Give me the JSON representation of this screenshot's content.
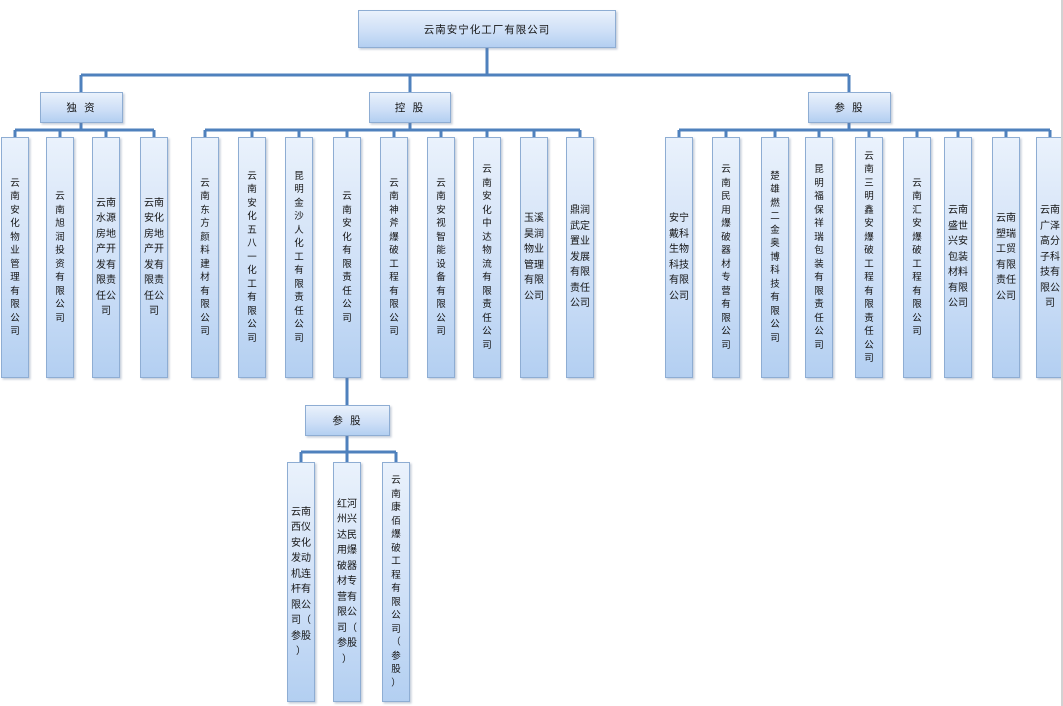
{
  "root": {
    "title": "云南安宁化工厂有限公司"
  },
  "branches": [
    {
      "label": "独 资",
      "companies": [
        {
          "name": "云南安化物业管理有限公司"
        },
        {
          "name": "云南旭润投资有限公司"
        },
        {
          "name": "云南水源房地产开发有限责任公司"
        },
        {
          "name": "云南安化房地产开发有限责任公司"
        }
      ]
    },
    {
      "label": "控 股",
      "companies": [
        {
          "name": "云南东方颜料建材有限公司"
        },
        {
          "name": "云南安化五八一化工有限公司"
        },
        {
          "name": "昆明金沙人化工有限责任公司"
        },
        {
          "name": "云南安化有限责任公司",
          "children": {
            "label": "参 股",
            "companies": [
              {
                "name": "云南西仪安化发动机连杆有限公司（参股）"
              },
              {
                "name": "红河州兴达民用爆破器材专营有限公司（参股）"
              },
              {
                "name": "云南康佰爆破工程有限公司（参股）"
              }
            ]
          }
        },
        {
          "name": "云南神斧爆破工程有限公司"
        },
        {
          "name": "云南安视智能设备有限公司"
        },
        {
          "name": "云南安化中达物流有限责任公司"
        },
        {
          "name": "玉溪昊润物业管理有限公司"
        },
        {
          "name": "鼎润武定置业发展有限责任公司"
        }
      ]
    },
    {
      "label": "参 股",
      "companies": [
        {
          "name": "安宁戴科生物科技有限公司"
        },
        {
          "name": "云南民用爆破器材专营有限公司"
        },
        {
          "name": "楚雄燃二金奥博科技有限公司"
        },
        {
          "name": "昆明福保祥瑞包装有限责任公司"
        },
        {
          "name": "云南三明鑫安爆破工程有限责任公司"
        },
        {
          "name": "云南汇安爆破工程有限公司"
        },
        {
          "name": "云南盛世兴安包装材料有限公司"
        },
        {
          "name": "云南塑瑞工贸有限责任公司"
        },
        {
          "name": "云南广泽高分子科技有限公司"
        }
      ]
    }
  ],
  "colors": {
    "line": "#4f81bd",
    "box_border": "#8eadd3",
    "box_fill_top": "#eaf2fc",
    "box_fill_bottom": "#b3cff1"
  }
}
